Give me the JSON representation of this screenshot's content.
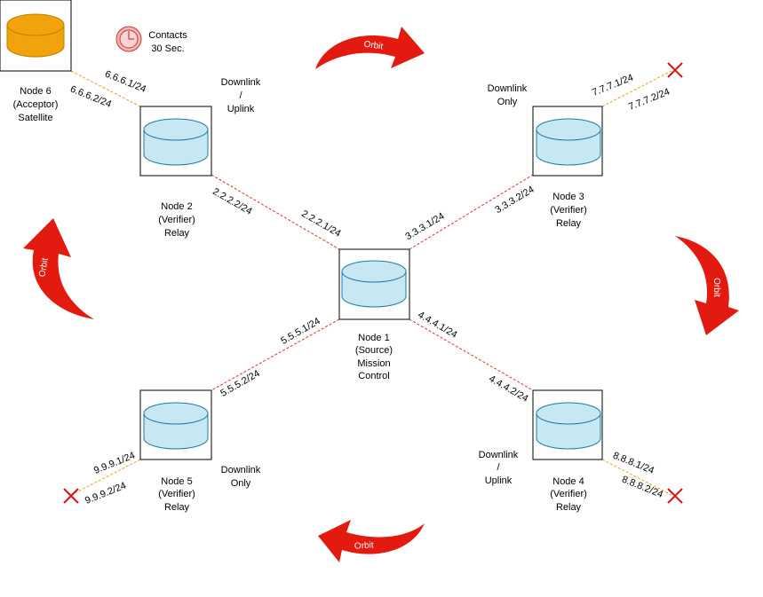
{
  "colors": {
    "link": "#e03030",
    "satellite_link": "#e8a020",
    "node_fill": "#c7e7f3",
    "node_stroke": "#1c7aa6",
    "satellite_fill": "#f0a30a",
    "satellite_stroke": "#c07d00",
    "orbit_arrow": "#e31a10",
    "x_mark": "#e01010",
    "clock_fill": "#f3b0b0",
    "clock_stroke": "#c04040"
  },
  "contacts": {
    "line1": "Contacts",
    "line2": "30 Sec."
  },
  "orbit_label": "Orbit",
  "nodes": {
    "node1": {
      "line1": "Node 1",
      "line2": "(Source)",
      "line3": "Mission",
      "line4": "Control"
    },
    "node2": {
      "line1": "Node 2",
      "line2": "(Verifier)",
      "line3": "Relay",
      "mode1": "Downlink",
      "mode2": "/",
      "mode3": "Uplink"
    },
    "node3": {
      "line1": "Node 3",
      "line2": "(Verifier)",
      "line3": "Relay",
      "mode1": "Downlink",
      "mode2": "Only"
    },
    "node4": {
      "line1": "Node 4",
      "line2": "(Verifier)",
      "line3": "Relay",
      "mode1": "Downlink",
      "mode2": "/",
      "mode3": "Uplink"
    },
    "node5": {
      "line1": "Node 5",
      "line2": "(Verifier)",
      "line3": "Relay",
      "mode1": "Downlink",
      "mode2": "Only"
    },
    "node6": {
      "line1": "Node 6",
      "line2": "(Acceptor)",
      "line3": "Satellite"
    }
  },
  "links": {
    "n1_n2": {
      "a": "2.2.2.1/24",
      "b": "2.2.2.2/24"
    },
    "n1_n3": {
      "a": "3.3.3.1/24",
      "b": "3.3.3.2/24"
    },
    "n1_n4": {
      "a": "4.4.4.1/24",
      "b": "4.4.4.2/24"
    },
    "n1_n5": {
      "a": "5.5.5.1/24",
      "b": "5.5.5.2/24"
    },
    "n2_n6": {
      "a": "6.6.6.1/24",
      "b": "6.6.6.2/24"
    },
    "n3_x": {
      "a": "7.7.7.1/24",
      "b": "7.7.7.2/24"
    },
    "n4_x": {
      "a": "8.8.8.1/24",
      "b": "8.8.8.2/24"
    },
    "n5_x": {
      "a": "9.9.9.1/24",
      "b": "9.9.9.2/24"
    }
  }
}
